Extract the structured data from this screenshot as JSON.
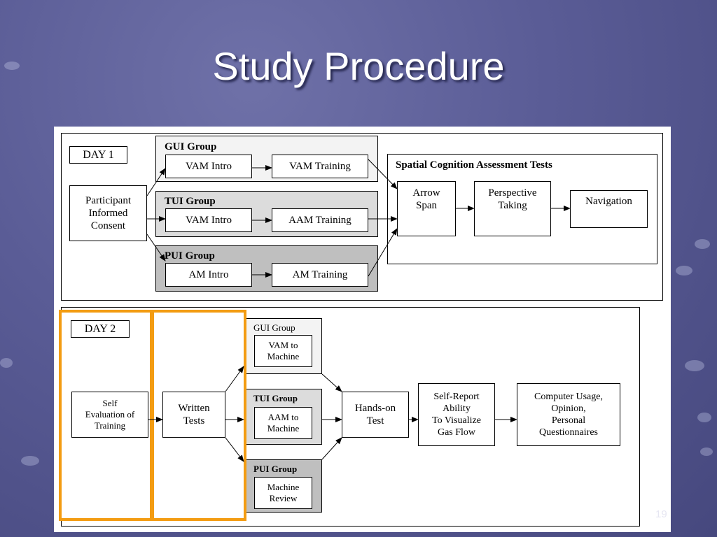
{
  "slide": {
    "title": "Study Procedure",
    "page_number": "19"
  },
  "day1": {
    "day_label": "DAY 1",
    "consent": "Participant\nInformed\nConsent",
    "gui": {
      "label": "GUI Group",
      "intro": "VAM Intro",
      "training": "VAM Training"
    },
    "tui": {
      "label": "TUI Group",
      "intro": "VAM Intro",
      "training": "AAM Training"
    },
    "pui": {
      "label": "PUI Group",
      "intro": "AM Intro",
      "training": "AM Training"
    },
    "spatial": {
      "label": "Spatial Cognition Assessment Tests",
      "arrow_span": "Arrow\nSpan",
      "perspective": "Perspective\nTaking",
      "navigation": "Navigation"
    }
  },
  "day2": {
    "day_label": "DAY 2",
    "self_eval": "Self\nEvaluation of\nTraining",
    "written": "Written\nTests",
    "gui": {
      "label": "GUI Group",
      "task": "VAM to\nMachine"
    },
    "tui": {
      "label": "TUI Group",
      "task": "AAM to\nMachine"
    },
    "pui": {
      "label": "PUI Group",
      "task": "Machine\nReview"
    },
    "hands_on": "Hands-on\nTest",
    "self_report": "Self-Report\nAbility\nTo Visualize\nGas Flow",
    "computer_usage": "Computer Usage,\nOpinion,\nPersonal\nQuestionnaires"
  },
  "colors": {
    "background": "#5a5c96",
    "highlight": "#f39c12",
    "gui_panel": "#f3f3f3",
    "tui_panel": "#dcdcdc",
    "pui_panel": "#bfbfbf"
  }
}
